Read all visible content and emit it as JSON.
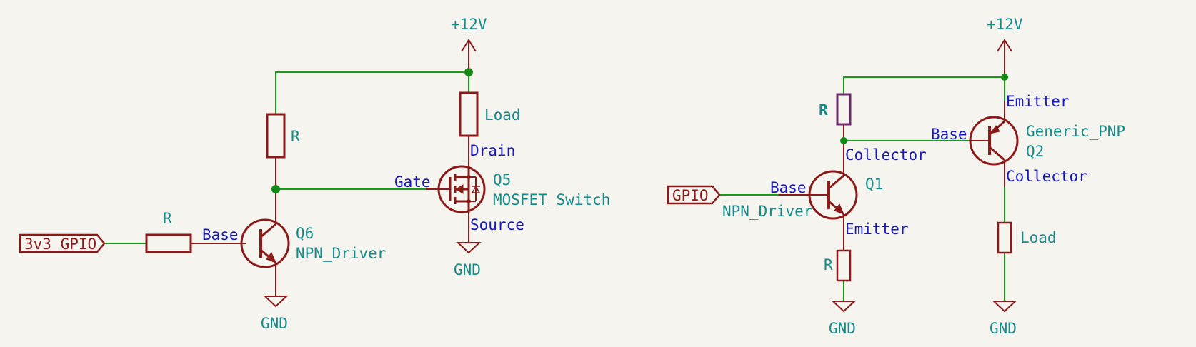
{
  "left_circuit": {
    "supply": "+12V",
    "input_label": "3v3_GPIO",
    "base_resistor": "R",
    "pullup_resistor": "R",
    "npn": {
      "ref": "Q6",
      "value": "NPN_Driver",
      "pin_base": "Base"
    },
    "npn_ground": "GND",
    "mosfet": {
      "ref": "Q5",
      "value": "MOSFET_Switch",
      "pin_gate": "Gate",
      "pin_drain": "Drain",
      "pin_source": "Source"
    },
    "load": "Load",
    "mosfet_ground": "GND"
  },
  "right_circuit": {
    "supply": "+12V",
    "input_label": "GPIO",
    "pullup_resistor": "R",
    "npn": {
      "ref": "Q1",
      "value": "NPN_Driver",
      "pin_base": "Base",
      "pin_collector": "Collector",
      "pin_emitter": "Emitter"
    },
    "emitter_resistor": "R",
    "npn_ground": "GND",
    "pnp": {
      "ref": "Q2",
      "value": "Generic_PNP",
      "pin_base": "Base",
      "pin_emitter": "Emitter",
      "pin_collector": "Collector"
    },
    "load": "Load",
    "pnp_ground": "GND"
  },
  "colors": {
    "background": "#f5f4ef",
    "wire": "#1a9a1a",
    "symbol": "#8b1a1a",
    "value_text": "#178a8a",
    "pin_text": "#1818c0",
    "junction": "#138a13",
    "highlight_resistor": "#6b2a6b"
  }
}
